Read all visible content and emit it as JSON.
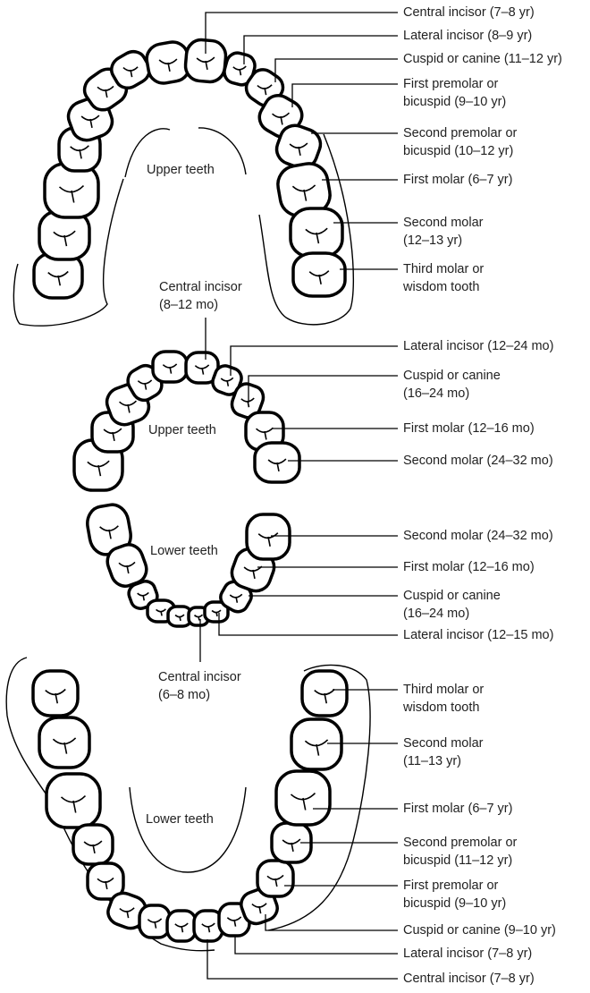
{
  "arch_titles": {
    "permanent_upper": "Upper teeth",
    "primary_upper": "Upper teeth",
    "primary_lower": "Lower teeth",
    "permanent_lower": "Lower teeth"
  },
  "center_labels": {
    "primary_upper_central": [
      "Central incisor",
      "(8–12 mo)"
    ],
    "primary_lower_central": [
      "Central incisor",
      "(6–8 mo)"
    ]
  },
  "labels": [
    [
      "Central incisor (7–8 yr)"
    ],
    [
      "Lateral incisor (8–9 yr)"
    ],
    [
      "Cuspid or canine (11–12 yr)"
    ],
    [
      "First premolar or",
      "bicuspid (9–10 yr)"
    ],
    [
      "Second premolar or",
      "bicuspid (10–12 yr)"
    ],
    [
      "First molar (6–7 yr)"
    ],
    [
      "Second molar",
      "(12–13 yr)"
    ],
    [
      "Third molar or",
      "wisdom tooth"
    ],
    [
      "Lateral incisor (12–24 mo)"
    ],
    [
      "Cuspid or canine",
      "(16–24 mo)"
    ],
    [
      "First molar (12–16 mo)"
    ],
    [
      "Second molar (24–32 mo)"
    ],
    [
      "Second molar (24–32 mo)"
    ],
    [
      "First molar (12–16 mo)"
    ],
    [
      "Cuspid or canine",
      "(16–24 mo)"
    ],
    [
      "Lateral incisor (12–15 mo)"
    ],
    [
      "Third molar or",
      "wisdom tooth"
    ],
    [
      "Second molar",
      "(11–13 yr)"
    ],
    [
      "First molar (6–7 yr)"
    ],
    [
      "Second premolar or",
      "bicuspid (11–12 yr)"
    ],
    [
      "First premolar or",
      "bicuspid (9–10 yr)"
    ],
    [
      "Cuspid or canine (9–10 yr)"
    ],
    [
      "Lateral incisor (7–8 yr)"
    ],
    [
      "Central incisor (7–8 yr)"
    ]
  ]
}
